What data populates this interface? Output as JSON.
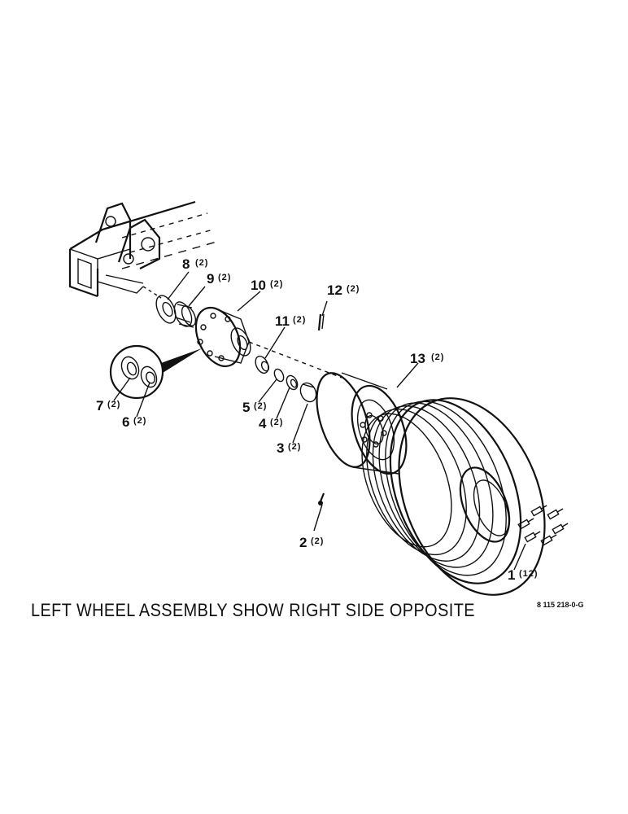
{
  "caption": "LEFT WHEEL ASSEMBLY SHOW RIGHT SIDE OPPOSITE",
  "drawing_code": "8 115 218-0-G",
  "callouts": [
    {
      "num": "1",
      "qty": "(12)"
    },
    {
      "num": "2",
      "qty": "(2)"
    },
    {
      "num": "3",
      "qty": "(2)"
    },
    {
      "num": "4",
      "qty": "(2)"
    },
    {
      "num": "5",
      "qty": "(2)"
    },
    {
      "num": "6",
      "qty": "(2)"
    },
    {
      "num": "7",
      "qty": "(2)"
    },
    {
      "num": "8",
      "qty": "(2)"
    },
    {
      "num": "9",
      "qty": "(2)"
    },
    {
      "num": "10",
      "qty": "(2)"
    },
    {
      "num": "11",
      "qty": "(2)"
    },
    {
      "num": "12",
      "qty": "(2)"
    },
    {
      "num": "13",
      "qty": "(2)"
    }
  ]
}
